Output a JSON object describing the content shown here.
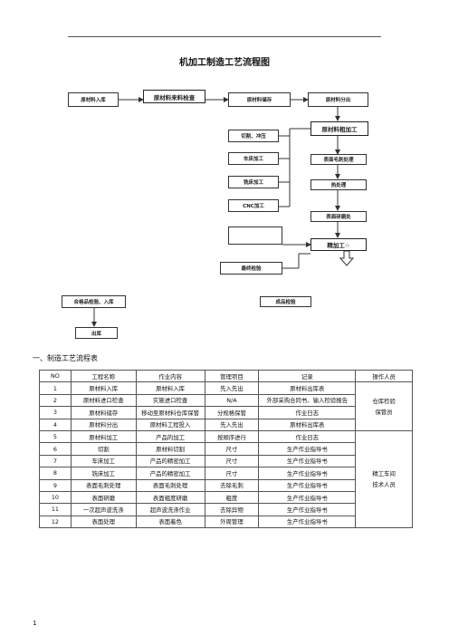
{
  "title": "机加工制造工艺流程图",
  "flow": {
    "raw_in": "原材料入库",
    "raw_check": "原材料来料检查",
    "raw_store": "原材料储存",
    "raw_out": "原材料分出",
    "rough": "原材料粗加工",
    "cut": "切割、冲压",
    "lathe": "车床加工",
    "mill": "铣床加工",
    "cnc": "CNC加工",
    "surface1": "表面毛刺处理",
    "heat": "热处理",
    "surface2": "表面研磨处",
    "finish": "精加工☆",
    "final_check": "最终检验",
    "fin_in": "合格品检验、入库",
    "ship": "出库",
    "fin_check": "成品检验"
  },
  "section_title": "一、制造工艺流程表",
  "table": {
    "headers": [
      "NO",
      "工程名称",
      "作业内容",
      "管理项目",
      "记录",
      "操作人员"
    ],
    "rows": [
      [
        "1",
        "原材料入库",
        "原材料入库",
        "先入先出",
        "原材料出库表"
      ],
      [
        "2",
        "原材料进口检查",
        "实施进口检查",
        "N/A",
        "外部采购合同书、输入检验报告"
      ],
      [
        "3",
        "原材料储存",
        "移动至原材料仓库保管",
        "分规格保管",
        "作业日志"
      ],
      [
        "4",
        "原材料分出",
        "原材料工程投入",
        "先入先出",
        "原材料出库表"
      ],
      [
        "5",
        "原材料加工",
        "产品的加工",
        "按顺序进行",
        "作业日志"
      ],
      [
        "6",
        "切割",
        "原材料切割",
        "尺寸",
        "生产作业指导书"
      ],
      [
        "7",
        "车床加工",
        "产品的精密加工",
        "尺寸",
        "生产作业指导书"
      ],
      [
        "8",
        "铣床加工",
        "产品的精密加工",
        "尺寸",
        "生产作业指导书"
      ],
      [
        "9",
        "表面毛刺处理",
        "表面毛刺处理",
        "去除毛刺",
        "生产作业指导书"
      ],
      [
        "10",
        "表面研磨",
        "表面粗度研磨",
        "粗度",
        "生产作业指导书"
      ],
      [
        "11",
        "一次超声波洗涤",
        "超声波洗涤作业",
        "去除异物",
        "生产作业指导书"
      ],
      [
        "12",
        "表面处理",
        "表面着色",
        "外周管理",
        "生产作业指导书"
      ]
    ],
    "operator_group1": [
      "仓库检验",
      "保管员"
    ],
    "operator_group2": [
      "精工车间",
      "技术人员"
    ]
  },
  "page_number": "1"
}
